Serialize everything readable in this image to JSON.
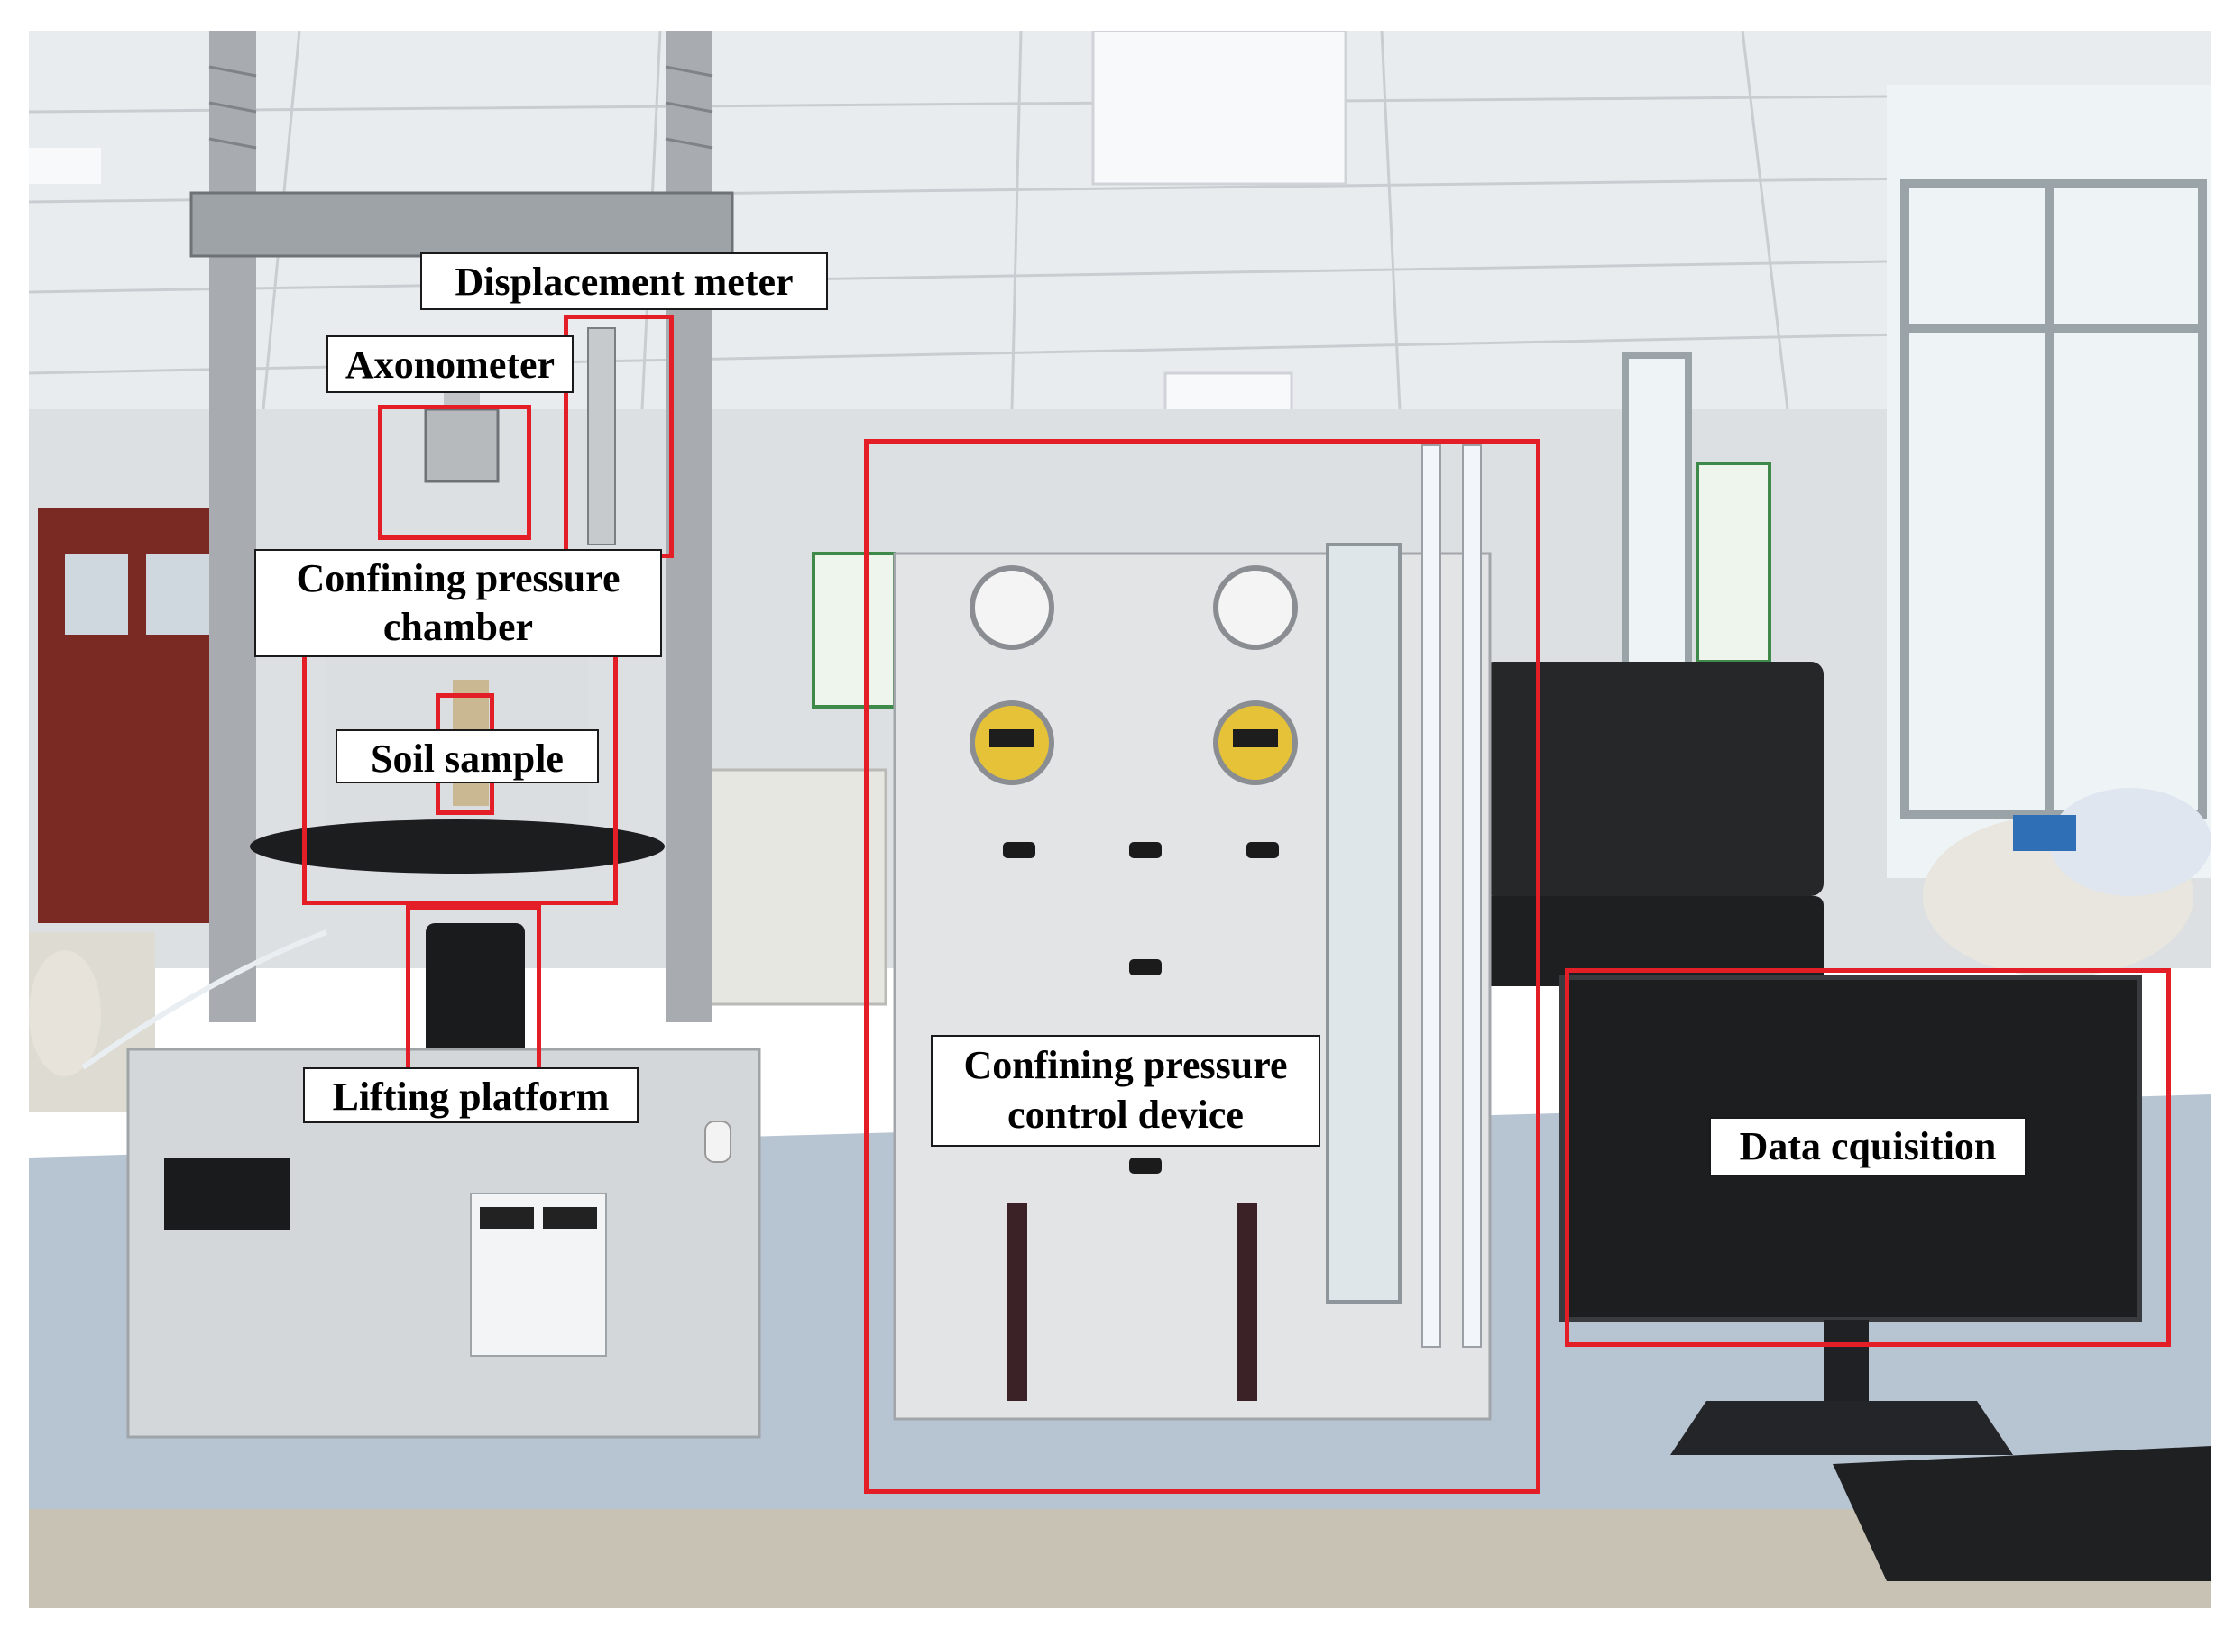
{
  "labels": {
    "displacement_meter": "Displacement meter",
    "axonometer": "Axonometer",
    "chamber_line1": "Confining pressure",
    "chamber_line2": "chamber",
    "soil_sample": "Soil sample",
    "lifting_platform": "Lifting platform",
    "control_line1": "Confining pressure",
    "control_line2": "control device",
    "data_acquisition": "Data cquisition"
  },
  "colors": {
    "highlight": "#e41e26",
    "label_border": "#1a1a1a"
  }
}
